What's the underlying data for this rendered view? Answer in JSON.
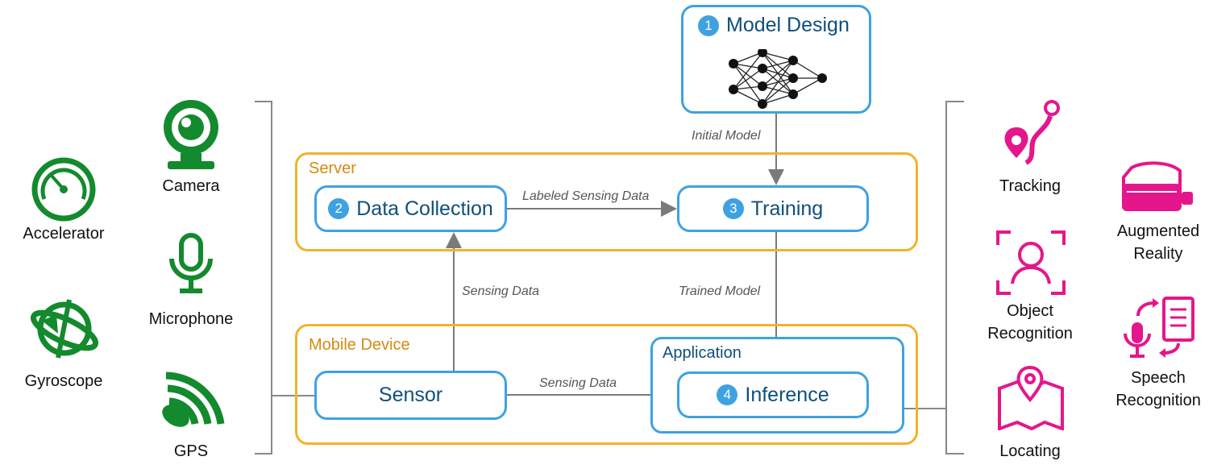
{
  "sensors": {
    "accelerator": "Accelerator",
    "gyroscope": "Gyroscope",
    "camera": "Camera",
    "microphone": "Microphone",
    "gps": "GPS"
  },
  "applications": {
    "tracking": "Tracking",
    "object_recognition": "Object\nRecognition",
    "locating": "Locating",
    "augmented_reality": "Augmented\nReality",
    "speech_recognition": "Speech\nRecognition"
  },
  "groups": {
    "server": "Server",
    "mobile_device": "Mobile Device",
    "application": "Application"
  },
  "nodes": {
    "model_design": {
      "num": "1",
      "label": "Model Design"
    },
    "data_collection": {
      "num": "2",
      "label": "Data Collection"
    },
    "training": {
      "num": "3",
      "label": "Training"
    },
    "inference": {
      "num": "4",
      "label": "Inference"
    },
    "sensor": {
      "label": "Sensor"
    }
  },
  "edges": {
    "initial_model": "Initial Model",
    "labeled_sensing_data": "Labeled Sensing Data",
    "sensing_data_up": "Sensing Data",
    "trained_model": "Trained Model",
    "sensing_data_right": "Sensing Data"
  },
  "colors": {
    "sensor_green": "#138a2d",
    "app_pink": "#e5168b",
    "node_blue": "#3ea2e2",
    "group_orange": "#f0b429"
  }
}
